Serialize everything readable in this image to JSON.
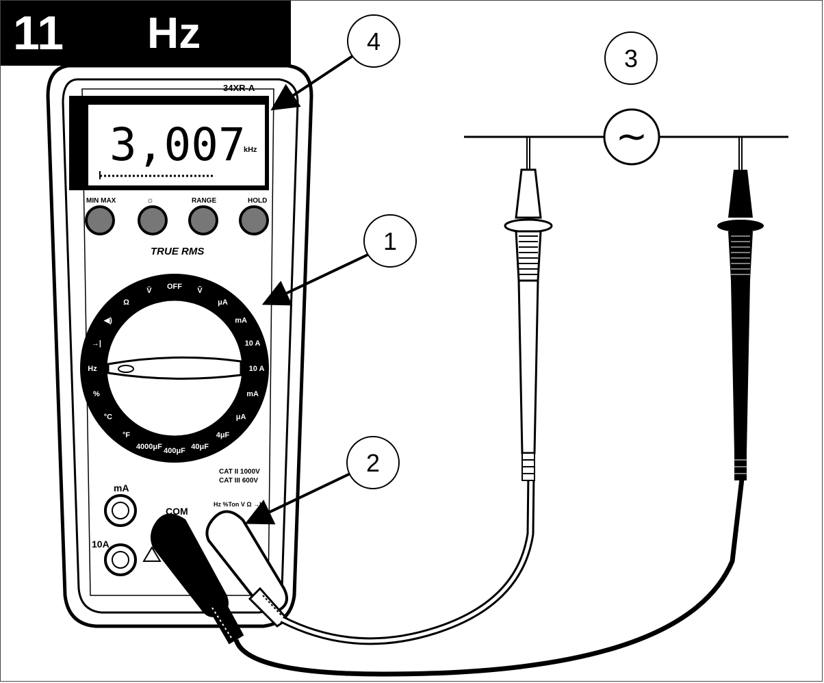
{
  "header": {
    "step_number": "11",
    "unit": "Hz"
  },
  "meter": {
    "model": "34XR-A",
    "display_value": "3,007",
    "display_unit": "kHz",
    "buttons": [
      "MIN MAX",
      "☼",
      "RANGE",
      "HOLD"
    ],
    "brand_text": "TRUE RMS",
    "dial": {
      "labels": [
        "OFF",
        "Ṽ",
        "μA",
        "mA",
        "10 A",
        "10 A",
        "mA",
        "μA",
        "4μF",
        "40μF",
        "400μF",
        "4000μF",
        "°F",
        "°C",
        "%",
        "Hz",
        "→|",
        "◀)",
        "Ω",
        "V̄"
      ]
    },
    "jacks": {
      "ma_label": "mA",
      "ten_a_label": "10A",
      "com_label": "COM",
      "v_label": "Hz %Ton V Ω →|",
      "cat_text": [
        "CAT II 1000V",
        "CAT III 600V"
      ]
    }
  },
  "callouts": [
    "1",
    "2",
    "3",
    "4"
  ],
  "source_symbol": "~"
}
